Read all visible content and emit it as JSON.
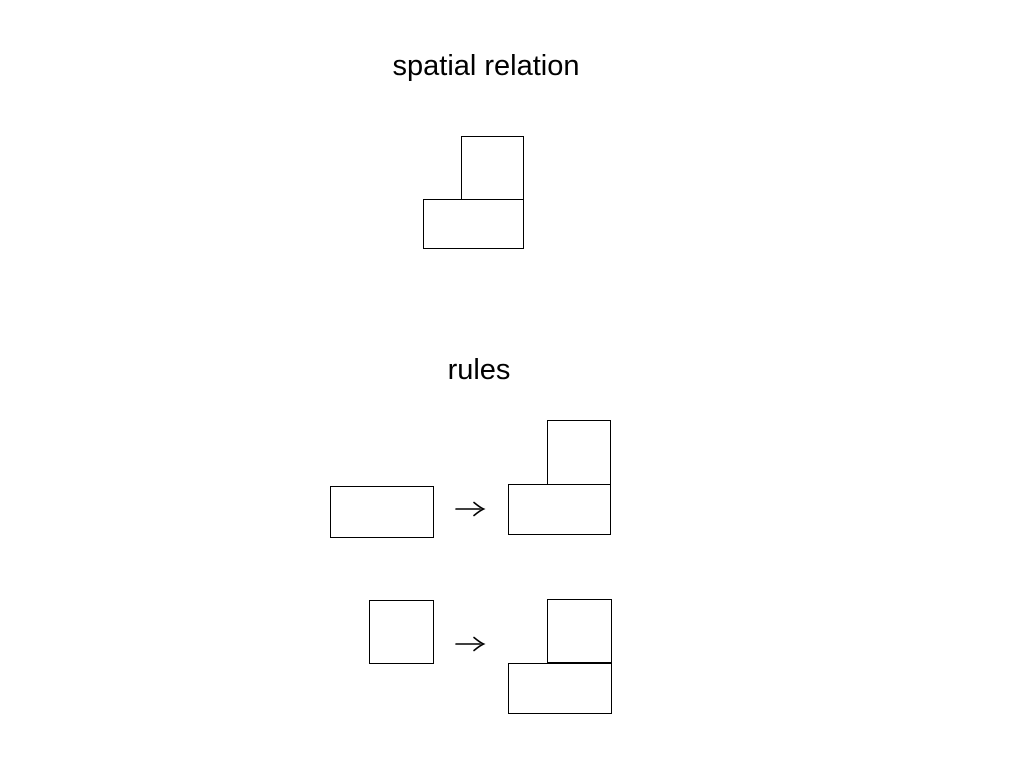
{
  "colors": {
    "background": "#ffffff",
    "stroke": "#000000",
    "text": "#000000"
  },
  "header": {
    "title": "spatial relation"
  },
  "example_figure": {
    "shapes": [
      "square",
      "rectangle"
    ],
    "relation": "square stacked on top of rectangle, right edges aligned"
  },
  "rules": {
    "title": "rules",
    "items": [
      {
        "lhs": "rectangle",
        "arrow": "→",
        "rhs": "square-on-rectangle"
      },
      {
        "lhs": "square",
        "arrow": "→",
        "rhs": "square-on-rectangle"
      }
    ]
  }
}
